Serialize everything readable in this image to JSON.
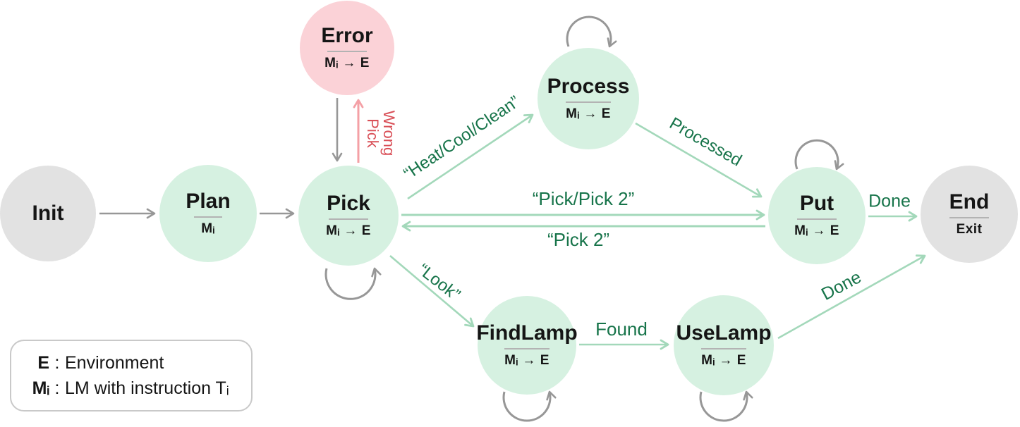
{
  "colors": {
    "node_green": "#d6f1e1",
    "node_gray": "#e2e2e2",
    "node_pink": "#fbd2d7",
    "arrow_gray": "#979797",
    "arrow_green": "#a3d8ba",
    "arrow_pink": "#f4a0a6",
    "label_green": "#17744a",
    "label_red": "#d94f57"
  },
  "nodes": {
    "init": {
      "title": "Init"
    },
    "plan": {
      "title": "Plan",
      "subtitle": "Mᵢ"
    },
    "error": {
      "title": "Error",
      "subtitle": "Mᵢ → E"
    },
    "pick": {
      "title": "Pick",
      "subtitle": "Mᵢ → E"
    },
    "process": {
      "title": "Process",
      "subtitle": "Mᵢ → E"
    },
    "put": {
      "title": "Put",
      "subtitle": "Mᵢ → E"
    },
    "end": {
      "title": "End",
      "subtitle": "Exit"
    },
    "findlamp": {
      "title": "FindLamp",
      "subtitle": "Mᵢ → E"
    },
    "uselamp": {
      "title": "UseLamp",
      "subtitle": "Mᵢ → E"
    }
  },
  "edges": {
    "heat_cool_clean": "“Heat/Cool/Clean”",
    "processed": "Processed",
    "pick_or_pick2": "“Pick/Pick 2”",
    "pick2": "“Pick 2”",
    "look": "“Look”",
    "found": "Found",
    "done_put_to_end": "Done",
    "done_uselamp_to_end": "Done",
    "wrong_pick": {
      "line1": "Wrong",
      "line2": "Pick"
    }
  },
  "legend": {
    "rows": [
      {
        "term": "E",
        "sep": ":",
        "desc": "Environment"
      },
      {
        "term": "Mᵢ",
        "sep": ":",
        "desc": "LM with instruction Tᵢ"
      }
    ]
  }
}
